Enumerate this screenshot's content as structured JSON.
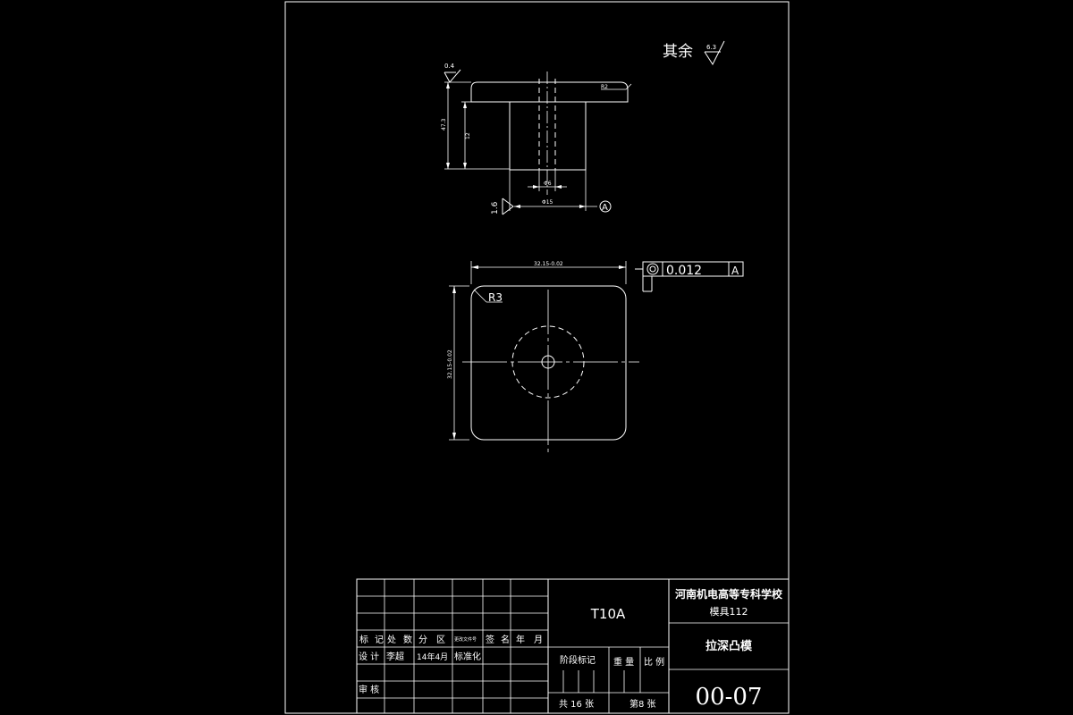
{
  "drawing": {
    "surface_note": {
      "label": "其余",
      "value": "6.3"
    },
    "front_view": {
      "roughness_top": "0.4",
      "roughness_bottom": "1.6",
      "dim_total_height": "47.3",
      "dim_stem_height": "12",
      "dim_hole": "Φ6",
      "dim_stem_diameter": "Φ15",
      "dim_radius": "R2",
      "datum": "A"
    },
    "top_view": {
      "dim_width": "32.15-0.02",
      "dim_height": "32.15-0.02",
      "radius_label": "R3",
      "tolerance_symbol": "◎",
      "tolerance_value": "0.012",
      "tolerance_datum": "A"
    }
  },
  "title_block": {
    "material": "T10A",
    "school": "河南机电高等专科学校",
    "class": "模具112",
    "part_name": "拉深凸模",
    "drawing_no": "00-07",
    "header_row": [
      "标",
      "记",
      "处",
      "数",
      "分",
      "区",
      "更改文件号",
      "签",
      "名",
      "年",
      "月"
    ],
    "designer_label": "设 计",
    "designer_name": "李超",
    "date": "14年4月",
    "standardization": "标准化",
    "reviewer_label": "审 核",
    "stage_mark": "阶段标记",
    "weight_label": "重 量",
    "scale_label": "比 例",
    "sheet_total": "共 16 张",
    "sheet_number": "第8 张"
  }
}
